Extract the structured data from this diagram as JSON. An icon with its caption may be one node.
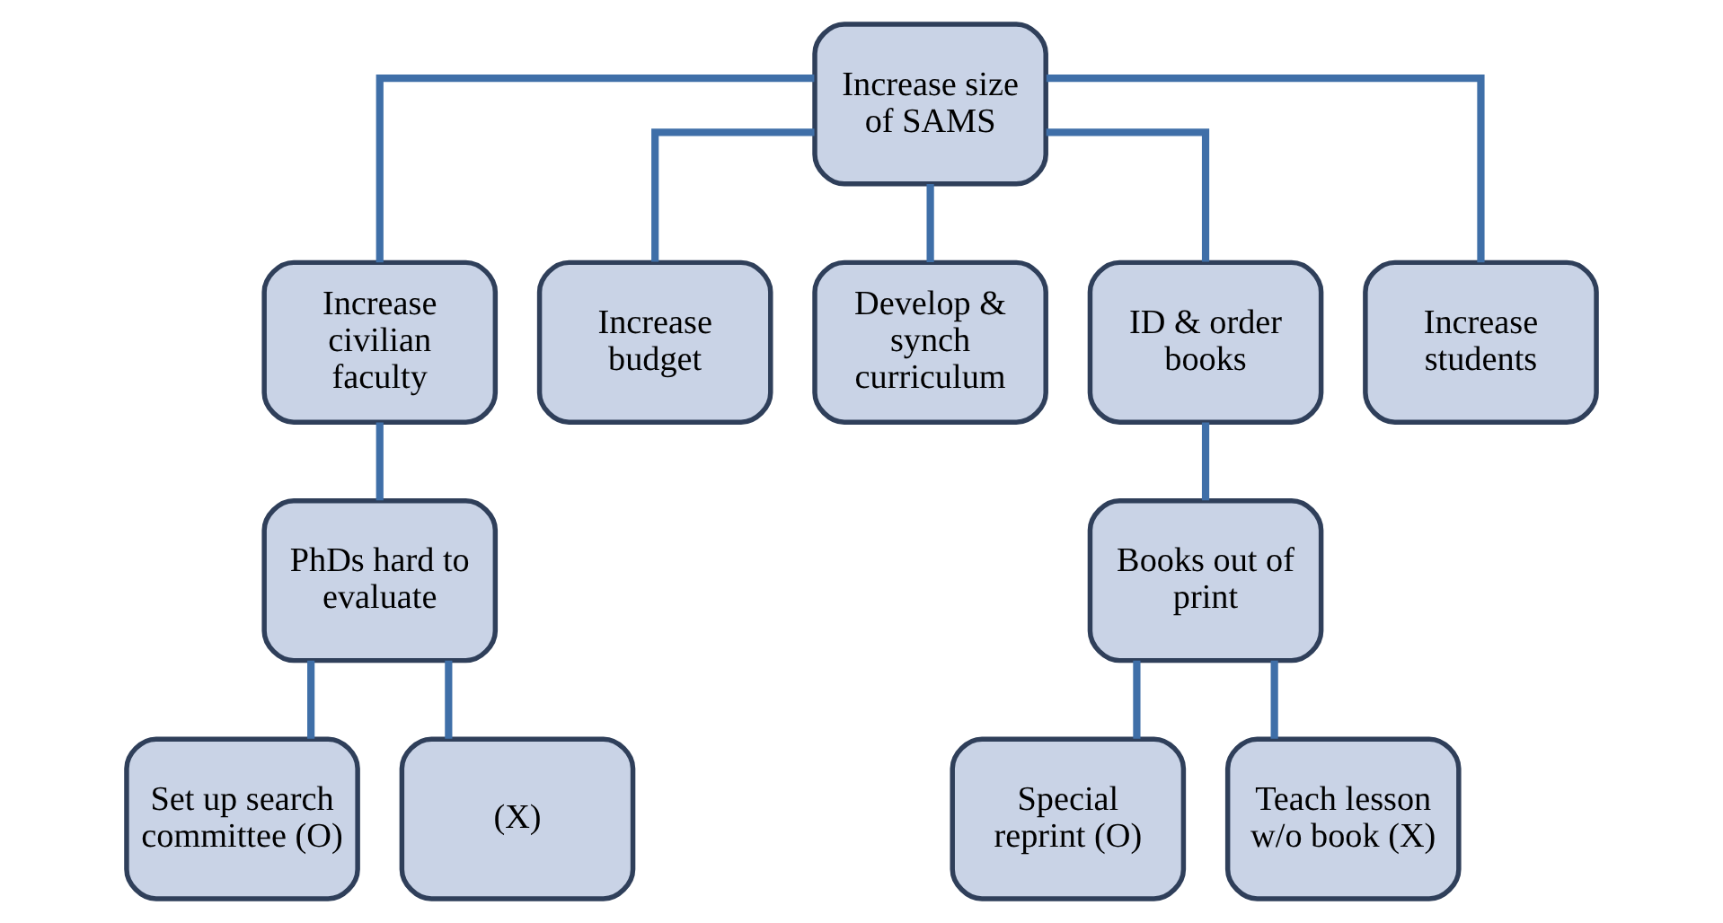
{
  "diagram": {
    "nodes": [
      {
        "text": [
          "Increase size of SAMS"
        ]
      },
      {
        "text": [
          "Increase civilian faculty"
        ]
      },
      {
        "text": [
          "Increase budget"
        ]
      },
      {
        "text": [
          "Develop & synch curriculum"
        ]
      },
      {
        "text": [
          "ID & order books"
        ]
      },
      {
        "text": [
          "Increase students"
        ]
      },
      {
        "text": [
          "PhDs hard to evaluate"
        ]
      },
      {
        "text": [
          "Set up search committee (O)"
        ]
      },
      {
        "text": [
          "(X)"
        ]
      },
      {
        "text": [
          "Books out of print"
        ]
      },
      {
        "text": [
          "Special reprint (O)"
        ]
      },
      {
        "text": [
          "Teach lesson w/o book (X)"
        ]
      }
    ],
    "edges": [
      {
        "from": 0,
        "to": 1,
        "arrow": "none"
      },
      {
        "from": 0,
        "to": 2,
        "arrow": "none"
      },
      {
        "from": 0,
        "to": 3,
        "arrow": "none"
      },
      {
        "from": 0,
        "to": 4,
        "arrow": "none"
      },
      {
        "from": 0,
        "to": 5,
        "arrow": "none"
      },
      {
        "from": 1,
        "to": 6,
        "arrow": "none"
      },
      {
        "from": 6,
        "to": 7,
        "arrow": "none"
      },
      {
        "from": 6,
        "to": 8,
        "arrow": "none"
      },
      {
        "from": 4,
        "to": 9,
        "arrow": "none"
      },
      {
        "from": 9,
        "to": 10,
        "arrow": "none"
      },
      {
        "from": 9,
        "to": 11,
        "arrow": "none"
      }
    ]
  }
}
